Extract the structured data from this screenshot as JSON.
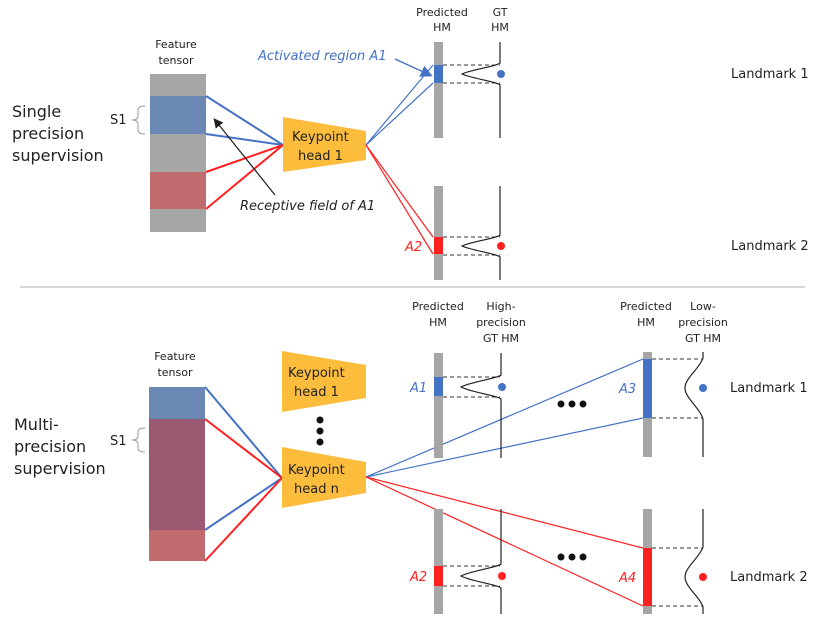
{
  "colors": {
    "blue": "#4472c4",
    "blue_region": "#6b87b3",
    "red": "#ff2020",
    "red_region": "#c06b6e",
    "mixed_region": "#9c5a72",
    "gray": "#a6a6a6",
    "orange": "#fbbd3b",
    "divider": "#c8c8c8"
  },
  "top": {
    "section_label": [
      "Single",
      "precision",
      "supervision"
    ],
    "feature_tensor_label": [
      "Feature",
      "tensor"
    ],
    "s1_label": "S1",
    "keypoint_head": [
      "Keypoint",
      "head 1"
    ],
    "activated_region_label": "Activated region A1",
    "receptive_field_label": "Receptive field of A1",
    "predicted_hm_label": [
      "Predicted",
      "HM"
    ],
    "gt_hm_label": [
      "GT",
      "HM"
    ],
    "a2_label": "A2",
    "landmark1": "Landmark 1",
    "landmark2": "Landmark 2"
  },
  "bottom": {
    "section_label": [
      "Multi-",
      "precision",
      "supervision"
    ],
    "feature_tensor_label": [
      "Feature",
      "tensor"
    ],
    "s1_label": "S1",
    "keypoint_head_1": [
      "Keypoint",
      "head 1"
    ],
    "keypoint_head_n": [
      "Keypoint",
      "head n"
    ],
    "predicted_hm_label_1": [
      "Predicted",
      "HM"
    ],
    "high_gt_label": [
      "High-",
      "precision",
      "GT HM"
    ],
    "predicted_hm_label_2": [
      "Predicted",
      "HM"
    ],
    "low_gt_label": [
      "Low-",
      "precision",
      "GT HM"
    ],
    "a1_label": "A1",
    "a2_label": "A2",
    "a3_label": "A3",
    "a4_label": "A4",
    "landmark1": "Landmark 1",
    "landmark2": "Landmark 2"
  }
}
